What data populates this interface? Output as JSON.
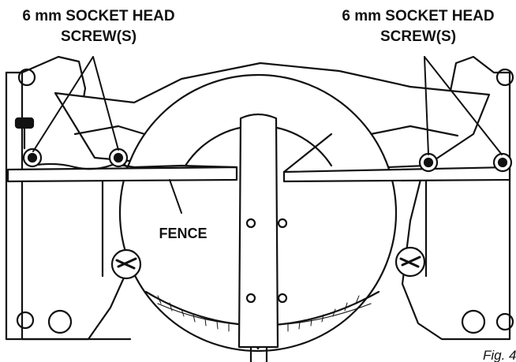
{
  "labels": {
    "left_callout_line1": "6 mm SOCKET HEAD",
    "left_callout_line2": "SCREW(S)",
    "right_callout_line1": "6 mm SOCKET HEAD",
    "right_callout_line2": "SCREW(S)",
    "fence": "FENCE",
    "figure": "Fig. 4"
  },
  "colors": {
    "ink": "#111111",
    "paper": "#ffffff"
  }
}
